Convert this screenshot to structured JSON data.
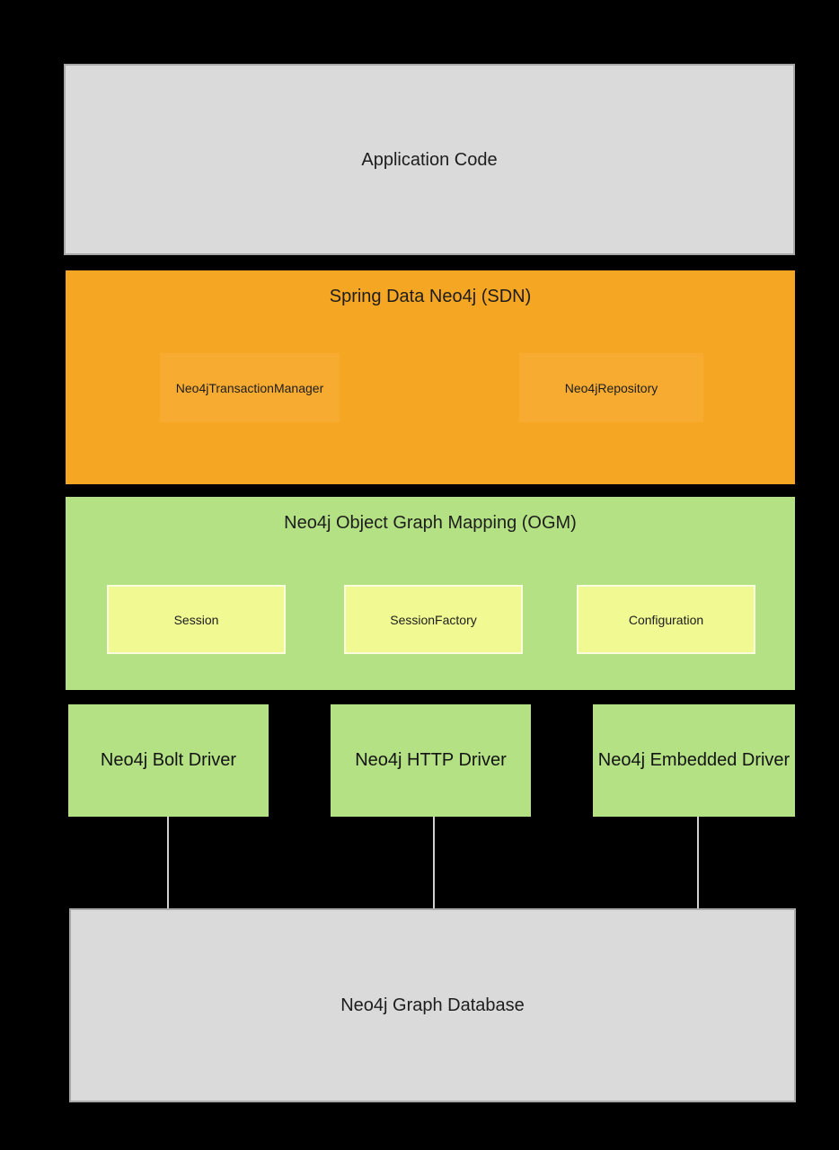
{
  "layers": {
    "application": {
      "label": "Application Code"
    },
    "sdn": {
      "title": "Spring Data Neo4j (SDN)",
      "components": [
        {
          "label": "Neo4jTransactionManager"
        },
        {
          "label": "Neo4jRepository"
        }
      ]
    },
    "ogm": {
      "title": "Neo4j Object Graph Mapping (OGM)",
      "components": [
        {
          "label": "Session"
        },
        {
          "label": "SessionFactory"
        },
        {
          "label": "Configuration"
        }
      ]
    },
    "drivers": [
      {
        "label": "Neo4j Bolt Driver"
      },
      {
        "label": "Neo4j HTTP Driver"
      },
      {
        "label": "Neo4j Embedded Driver"
      }
    ],
    "database": {
      "label": "Neo4j Graph Database"
    }
  },
  "colors": {
    "background": "#000000",
    "gray_box_fill": "#DADADA",
    "gray_box_border": "#A9A9A9",
    "sdn_orange": "#F5A623",
    "sdn_component_orange": "#F7AB31",
    "ogm_green": "#B3E183",
    "ogm_component_yellow": "#F0F992",
    "ogm_component_border": "#FAFCDD",
    "connector_line": "#D0D0D0",
    "text": "#212121"
  }
}
